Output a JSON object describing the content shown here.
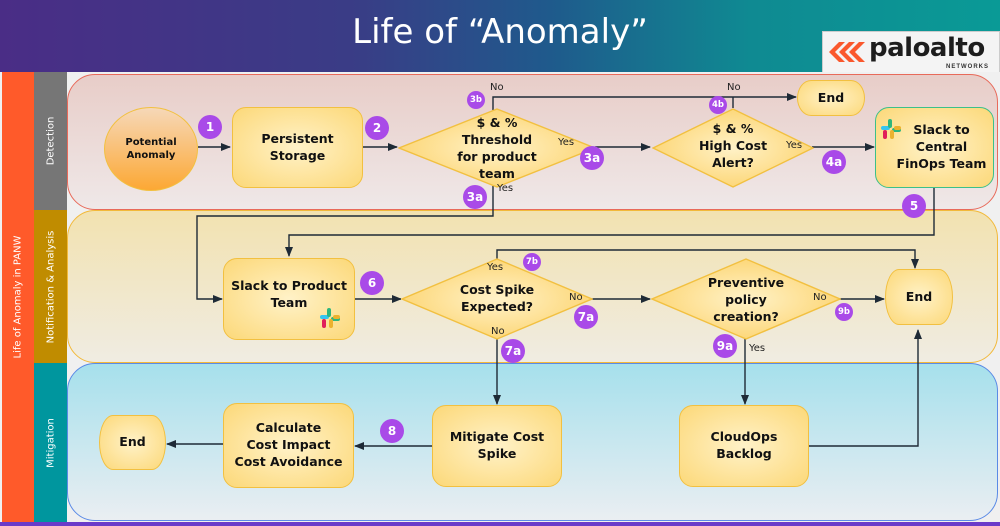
{
  "header": {
    "title": "Life of “Anomaly”"
  },
  "logo": {
    "brand": "paloalto",
    "sub": "NETWORKS",
    "registered": "®"
  },
  "sidebar": {
    "main_label": "Life of Anomaly in PANW",
    "lanes": [
      {
        "label": "Detection",
        "color": "#767676"
      },
      {
        "label": "Notification & Analysis",
        "color": "#c08c00"
      },
      {
        "label": "Mitigation",
        "color": "#00969e"
      }
    ]
  },
  "colors": {
    "accent": "#ff5a2a",
    "badge": "#a94ae8",
    "node_fill": "#fcd878",
    "node_border": "#f2c040"
  },
  "nodes": {
    "potential_anomaly": "Potential\nAnomaly",
    "persistent_storage": "Persistent\nStorage",
    "threshold": "$ & %\nThreshold\nfor product\nteam",
    "high_cost": "$ & %\nHigh Cost\nAlert?",
    "end_detection": "End",
    "slack_central": "Slack to\nCentral\nFinOps Team",
    "slack_product": "Slack to Product\nTeam",
    "cost_spike": "Cost Spike\nExpected?",
    "preventive": "Preventive\npolicy\ncreation?",
    "end_notification": "End",
    "mitigate": "Mitigate Cost\nSpike",
    "cloudops": "CloudOps\nBacklog",
    "calculate": "Calculate\nCost Impact\nCost Avoidance",
    "end_mitigation": "End"
  },
  "badges": {
    "b1": "1",
    "b2": "2",
    "b3b": "3b",
    "b3a_right": "3a",
    "b3a_down": "3a",
    "b4b": "4b",
    "b4a": "4a",
    "b5": "5",
    "b6": "6",
    "b7b": "7b",
    "b7a_right": "7a",
    "b7a_down": "7a",
    "b9a": "9a",
    "b9b": "9b",
    "b8": "8"
  },
  "edge_labels": {
    "threshold_no": "No",
    "threshold_yes_right": "Yes",
    "threshold_yes_down": "Yes",
    "highcost_no": "No",
    "highcost_yes": "Yes",
    "spike_yes": "Yes",
    "spike_no_right": "No",
    "spike_no_down": "No",
    "preventive_no": "No",
    "preventive_yes": "Yes"
  }
}
